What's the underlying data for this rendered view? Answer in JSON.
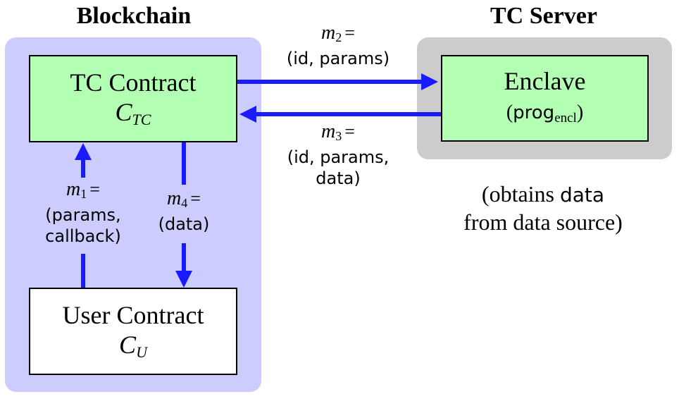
{
  "headings": {
    "blockchain": "Blockchain",
    "tc_server": "TC Server"
  },
  "boxes": {
    "tc_contract": {
      "title": "TC Contract",
      "symbol": "C",
      "symbol_sub": "TC"
    },
    "user_contract": {
      "title": "User Contract",
      "symbol": "C",
      "symbol_sub": "U"
    },
    "enclave": {
      "title": "Enclave",
      "open": "(",
      "prog": "prog",
      "prog_sub": "encl",
      "close": ")"
    }
  },
  "messages": {
    "m1": {
      "var": "m",
      "sub": "1",
      "eq": "=",
      "lines": [
        "(params,",
        "callback)"
      ]
    },
    "m2": {
      "var": "m",
      "sub": "2",
      "eq": "=",
      "lines": [
        "(id, params)"
      ]
    },
    "m3": {
      "var": "m",
      "sub": "3",
      "eq": "=",
      "lines": [
        "(id, params,",
        "data)"
      ]
    },
    "m4": {
      "var": "m",
      "sub": "4",
      "eq": "=",
      "lines": [
        "(data)"
      ]
    }
  },
  "note": {
    "line1_pre": "(obtains ",
    "line1_word": "data",
    "line2": "from data source)"
  },
  "colors": {
    "blockchain_region": "#ccccff",
    "server_region": "#cccccc",
    "contract_fill": "#b3ffb3",
    "arrow": "#1a1aff"
  }
}
